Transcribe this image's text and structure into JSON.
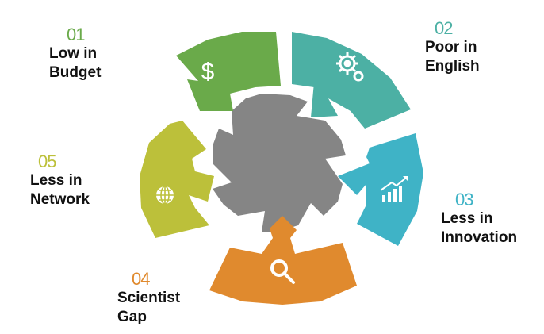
{
  "colors": {
    "segment_1": "#6aaa4a",
    "segment_2": "#4cb0a4",
    "segment_3": "#3fb3c6",
    "segment_4": "#e08a2e",
    "segment_5": "#bcc03a",
    "center": "#858585",
    "icon": "#ffffff"
  },
  "segments": [
    {
      "number": "01",
      "line1": "Low in",
      "line2": "Budget",
      "icon": "dollar-icon"
    },
    {
      "number": "02",
      "line1": "Poor in",
      "line2": "English",
      "icon": "gears-icon"
    },
    {
      "number": "03",
      "line1": "Less in",
      "line2": "Innovation",
      "icon": "growth-chart-icon"
    },
    {
      "number": "04",
      "line1": "Scientist",
      "line2": "Gap",
      "icon": "magnifier-icon"
    },
    {
      "number": "05",
      "line1": "Less in",
      "line2": "Network",
      "icon": "globe-icon"
    }
  ]
}
